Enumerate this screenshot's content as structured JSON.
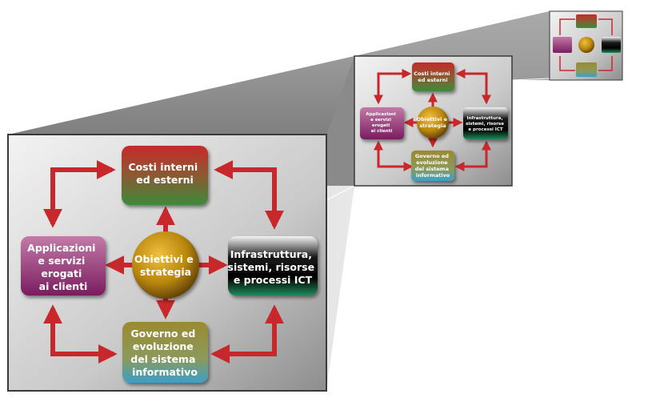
{
  "diagram": {
    "center_label": [
      "Obiettivi e",
      "strategia"
    ],
    "nodes": {
      "top": {
        "lines": [
          "Costi interni",
          "ed esterni"
        ]
      },
      "left": {
        "lines": [
          "Applicazioni",
          "e servizi",
          "erogati",
          "ai clienti"
        ]
      },
      "right": {
        "lines": [
          "Infrastruttura,",
          "sistemi, risorse",
          "e processi ICT"
        ]
      },
      "bottom": {
        "lines": [
          "Governo ed",
          "evoluzione",
          "del sistema",
          "informativo"
        ]
      }
    },
    "medium_labels": {
      "top": [
        "Costi interni",
        "ed esterni"
      ],
      "left": [
        "Applicazioni",
        "e servizi",
        "erogati",
        "ai clienti"
      ],
      "right": [
        "Infrastruttura,",
        "sistemi, risorse",
        "e processi ICT"
      ],
      "bottom": [
        "Governo ed",
        "evoluzione",
        "del sistema",
        "informativo"
      ],
      "center": [
        "Obiettivi e",
        "strategia"
      ]
    },
    "colors": {
      "arrow": "#c8282b",
      "top_box": [
        "#c62a2a",
        "#3e8a3a"
      ],
      "left_box": [
        "#b04a88",
        "#8a1f6a"
      ],
      "right_box": [
        "#f2f2f2",
        "#000000",
        "#1f8a5a"
      ],
      "bottom_box": [
        "#8a7a2a",
        "#3aa0c8"
      ],
      "center": [
        "#e0b030",
        "#6b4a0a"
      ]
    }
  }
}
